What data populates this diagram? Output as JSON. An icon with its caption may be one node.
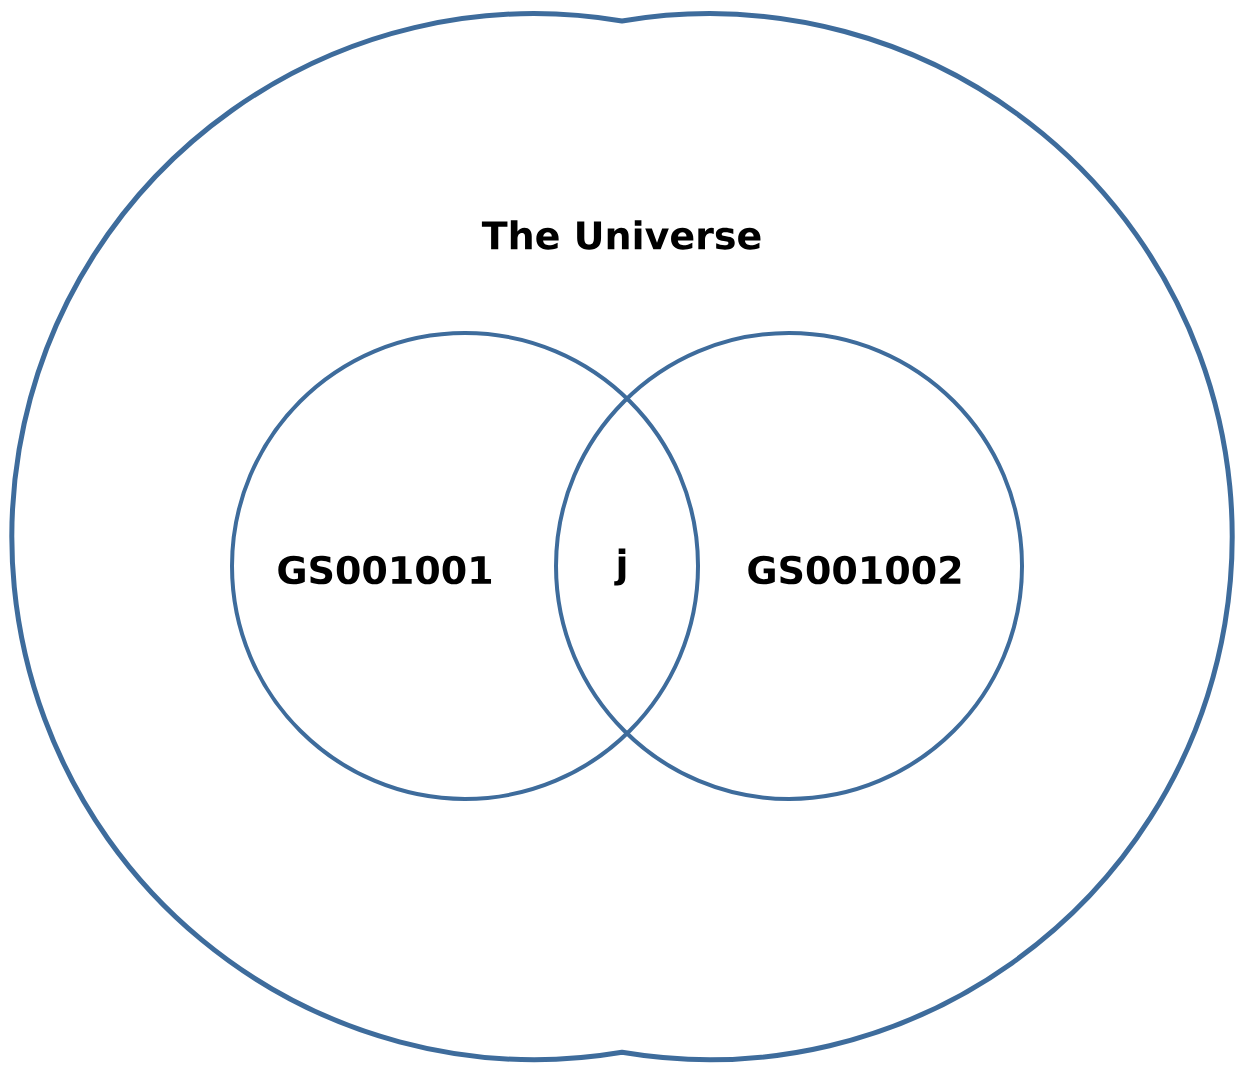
{
  "diagram": {
    "nodes": [
      {
        "text": [
          "The Universe"
        ]
      },
      {
        "text": [
          "GS001001"
        ],
        "in": 0
      },
      {
        "text": [
          "GS001002"
        ],
        "in": 0
      }
    ],
    "labels": [
      "j"
    ]
  }
}
